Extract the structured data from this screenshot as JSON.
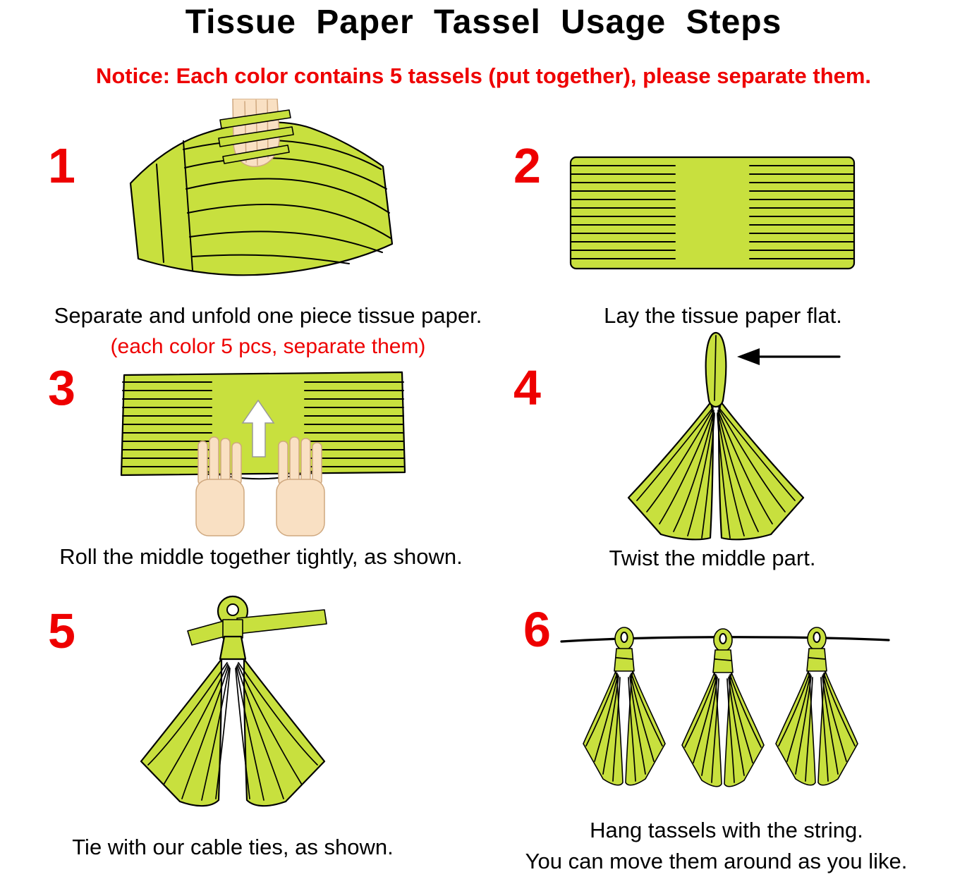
{
  "page": {
    "title": "Tissue  Paper  Tassel  Usage  Steps",
    "notice": "Notice:  Each color contains 5 tassels (put together), please separate them."
  },
  "colors": {
    "accent_red": "#ee0000",
    "paper_green": "#c8e03e",
    "outline_black": "#000000",
    "skin": "#f9e0c3",
    "background": "#ffffff"
  },
  "steps": [
    {
      "number": "1",
      "caption": "Separate and unfold one piece tissue paper.",
      "subcaption": "(each color 5 pcs, separate them)"
    },
    {
      "number": "2",
      "caption": "Lay the tissue paper flat."
    },
    {
      "number": "3",
      "caption": "Roll the middle together tightly, as shown."
    },
    {
      "number": "4",
      "caption": "Twist the middle part."
    },
    {
      "number": "5",
      "caption": "Tie with our cable ties, as shown."
    },
    {
      "number": "6",
      "caption": "Hang tassels with the string.",
      "caption2": "You can move them around as you like."
    }
  ]
}
